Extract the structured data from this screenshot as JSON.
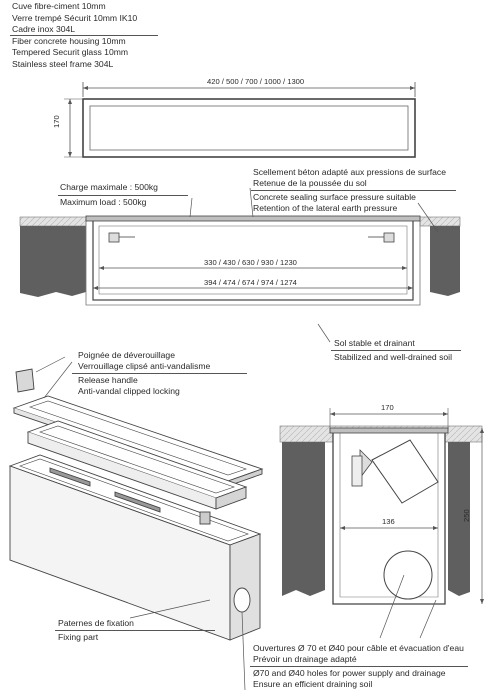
{
  "specs": [
    "Cuve fibre-ciment 10mm",
    "Verre trempé Sécurit 10mm IK10",
    "Cadre inox 304L",
    "Fiber concrete housing 10mm",
    "Tempered Securit glass 10mm",
    "Stainless steel frame 304L"
  ],
  "top_view": {
    "length_label": "420 / 500 / 700 / 1000 / 1300",
    "width_label": "170"
  },
  "section": {
    "load_fr": "Charge maximale : 500kg",
    "load_en": "Maximum load : 500kg",
    "sealing_fr_1": "Scellement béton adapté aux pressions de surface",
    "sealing_fr_2": "Retenue de la poussée du sol",
    "sealing_en_1": "Concrete sealing surface pressure suitable",
    "sealing_en_2": "Retention of the lateral earth pressure",
    "inner_dims": "330 / 430 / 630 / 930 / 1230",
    "outer_dims": "394 / 474 / 674 / 974 / 1274",
    "soil_fr": "Sol stable et drainant",
    "soil_en": "Stabilized and well-drained soil"
  },
  "exploded": {
    "handle_fr_1": "Poignée de déverouillage",
    "handle_fr_2": "Verrouillage clipsé anti-vandalisme",
    "handle_en_1": "Release handle",
    "handle_en_2": "Anti-vandal clipped locking",
    "fix_fr": "Paternes de fixation",
    "fix_en": "Fixing part"
  },
  "cross_section": {
    "top_width": "170",
    "inner_width": "136",
    "height": "250"
  },
  "openings": {
    "fr_1": "Ouvertures Ø 70 et Ø40 pour câble et évacuation d'eau",
    "fr_2": "Prévoir un drainage adapté",
    "en_1": "Ø70 and Ø40 holes for power supply and drainage",
    "en_2": "Ensure an efficient draining soil"
  },
  "colors": {
    "soil": "#5f5f5f",
    "line": "#555555",
    "paving": "#d9d9d9"
  }
}
